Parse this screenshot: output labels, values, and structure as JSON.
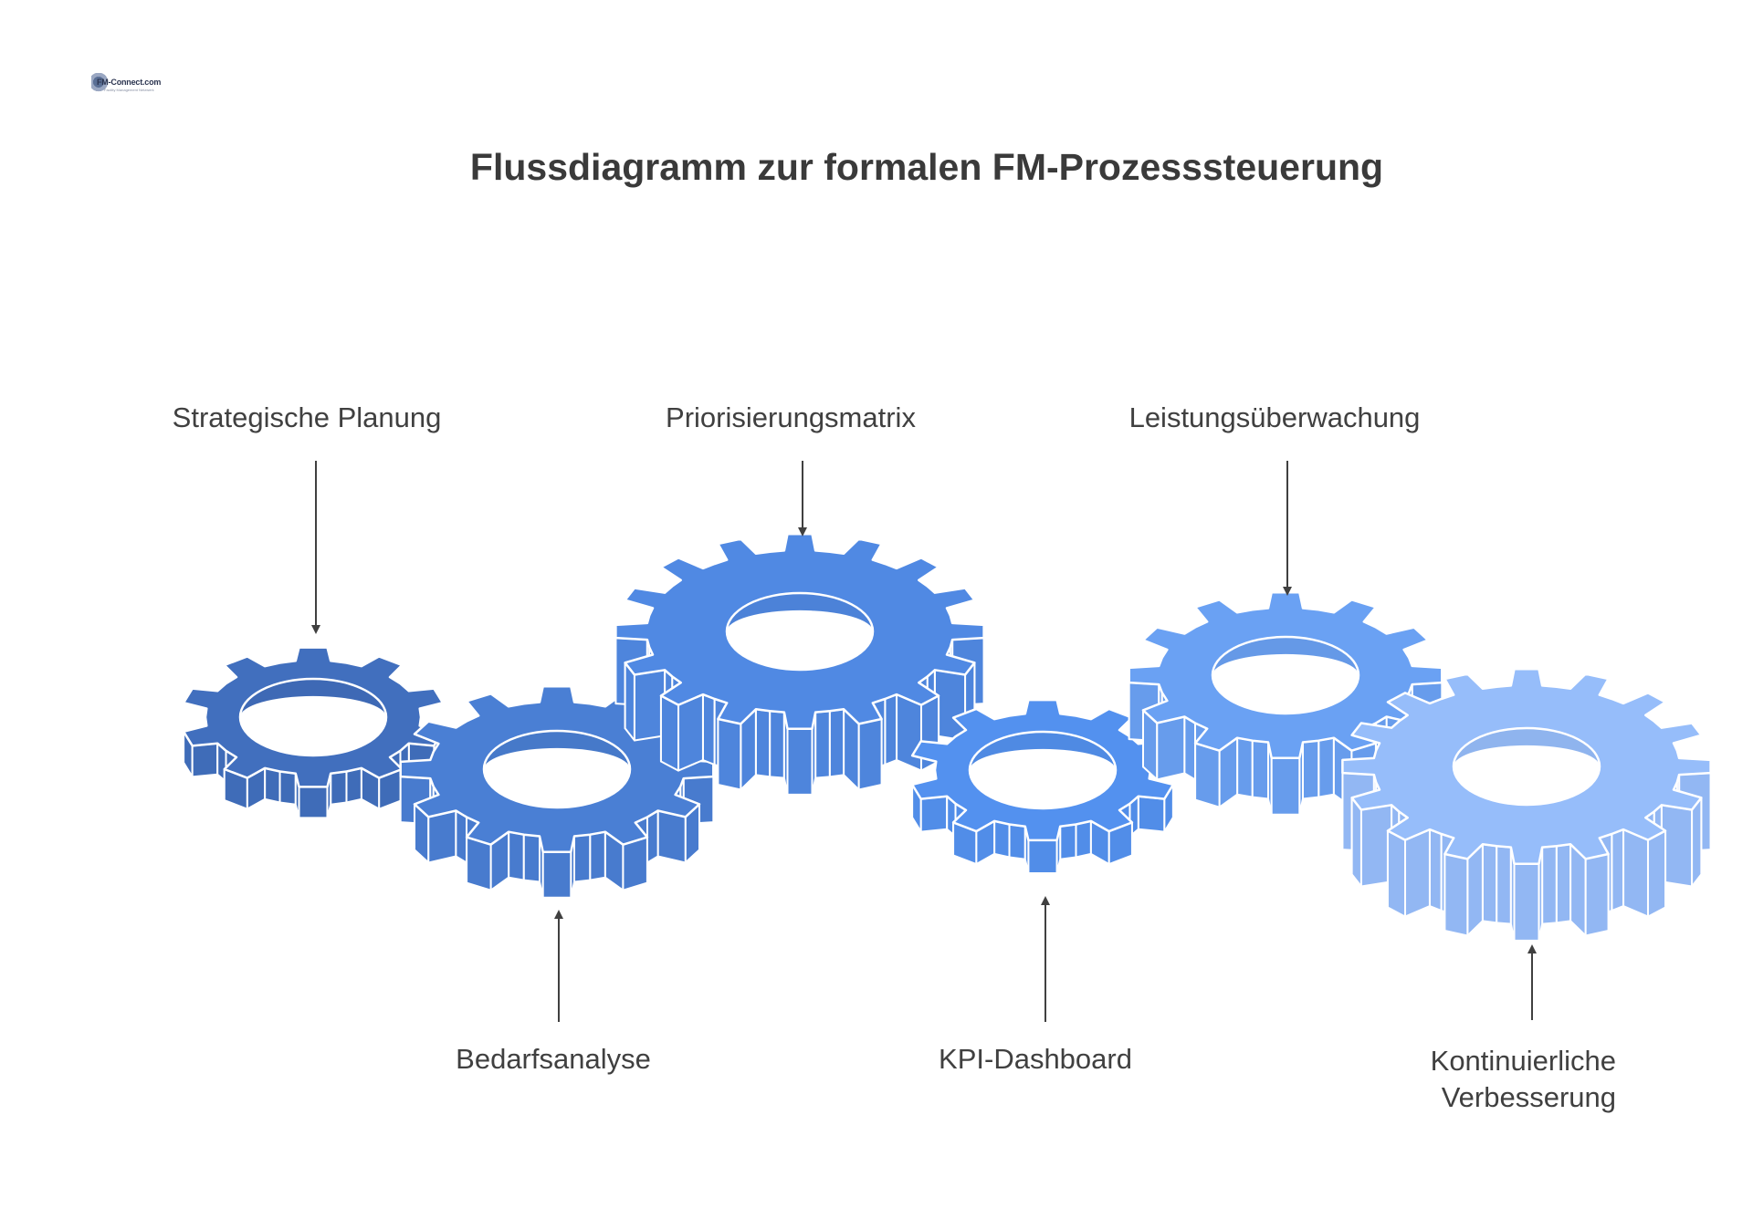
{
  "logo": {
    "text": "FM-Connect.com",
    "sub": "Facility Management Netzwerk"
  },
  "title": "Flussdiagramm zur formalen FM-Prozesssteuerung",
  "steps": [
    {
      "label": "Strategische Planung",
      "color": "#416fbe",
      "position": "top"
    },
    {
      "label": "Bedarfsanalyse",
      "color": "#4a7fd4",
      "position": "bottom"
    },
    {
      "label": "Priorisierungsmatrix",
      "color": "#5089e3",
      "position": "top"
    },
    {
      "label": "KPI-Dashboard",
      "color": "#5391ef",
      "position": "bottom"
    },
    {
      "label": "Leistungsüberwachung",
      "color": "#6aa1f3",
      "position": "top"
    },
    {
      "label": "Kontinuierliche Verbesserung",
      "color": "#96bdfa",
      "position": "bottom"
    }
  ],
  "arrow_color": "#404040"
}
